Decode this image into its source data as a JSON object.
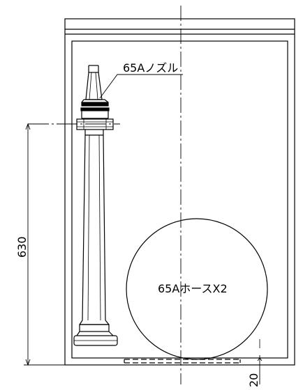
{
  "labels": {
    "nozzle": "65Aノズル",
    "hose": "65AホースX2",
    "height_dim": "630",
    "bottom_dim": "20"
  }
}
